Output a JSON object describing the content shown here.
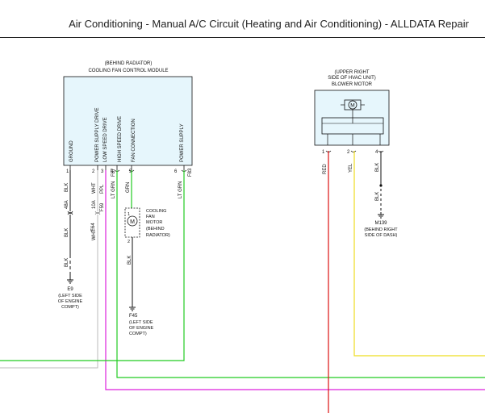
{
  "header": {
    "title": "Air Conditioning - Manual A/C Circuit (Heating and Air Conditioning) - ALLDATA Repair"
  },
  "cooling_fan_module": {
    "location": "(BEHIND RADIATOR)",
    "name": "COOLING FAN CONTROL MODULE",
    "pins": [
      {
        "label": "GROUND",
        "num": "1"
      },
      {
        "label": "POWER SUPPLY DRIVE",
        "num": "2"
      },
      {
        "label": "LOW SPEED DRIVE",
        "num": "3"
      },
      {
        "label": "HIGH SPEED DRIVE",
        "num": "4"
      },
      {
        "label": "FAN CONNECTION",
        "num": "5"
      },
      {
        "label": "POWER SUPPLY",
        "num": "6"
      }
    ],
    "wires": {
      "p1_color": "BLK",
      "p2_color": "WHT",
      "p3_color": "PPL",
      "p4_color": "LT GRN",
      "p5_color": "GRN",
      "p6_color": "LT GRN",
      "p4_circuit": "F87",
      "p6_circuit": "F83",
      "ground_splice": "48A",
      "ground_wire": "BLK",
      "wht_splice": "10A",
      "wht_wire": "WHT",
      "ppl_circuit": "F59",
      "wht_circuit": "E64",
      "ground_lower_wire": "BLK"
    }
  },
  "ground_e9": {
    "id": "E9",
    "desc": [
      "(LEFT SIDE",
      "OF ENGINE",
      "COMPT)"
    ]
  },
  "fan_motor": {
    "symbol": "M",
    "label": [
      "COOLING",
      "FAN",
      "MOTOR",
      "(BEHIND",
      "RADIATOR)"
    ],
    "pin1": "1",
    "pin2": "2",
    "wire_out": "BLK"
  },
  "ground_f45": {
    "id": "F45",
    "desc": [
      "(LEFT SIDE",
      "OF ENGINE",
      "COMPT)"
    ]
  },
  "blower_motor": {
    "location": [
      "(UPPER RIGHT",
      "SIDE OF HVAC UNIT)"
    ],
    "name": "BLOWER MOTOR",
    "symbol": "M",
    "pins": [
      "1",
      "2",
      "4"
    ],
    "wires": [
      "RED",
      "YEL",
      "BLK"
    ],
    "ground_wire": "BLK"
  },
  "ground_m139": {
    "id": "M139",
    "desc": [
      "(BEHIND RIGHT",
      "SIDE OF DASH)"
    ]
  },
  "colors": {
    "green": "#22cc22",
    "magenta": "#dd22dd",
    "gray": "#bbbbbb",
    "red": "#dd1111",
    "yellow": "#eedd22",
    "black": "#111111",
    "module_fill": "#e6f6fc"
  }
}
